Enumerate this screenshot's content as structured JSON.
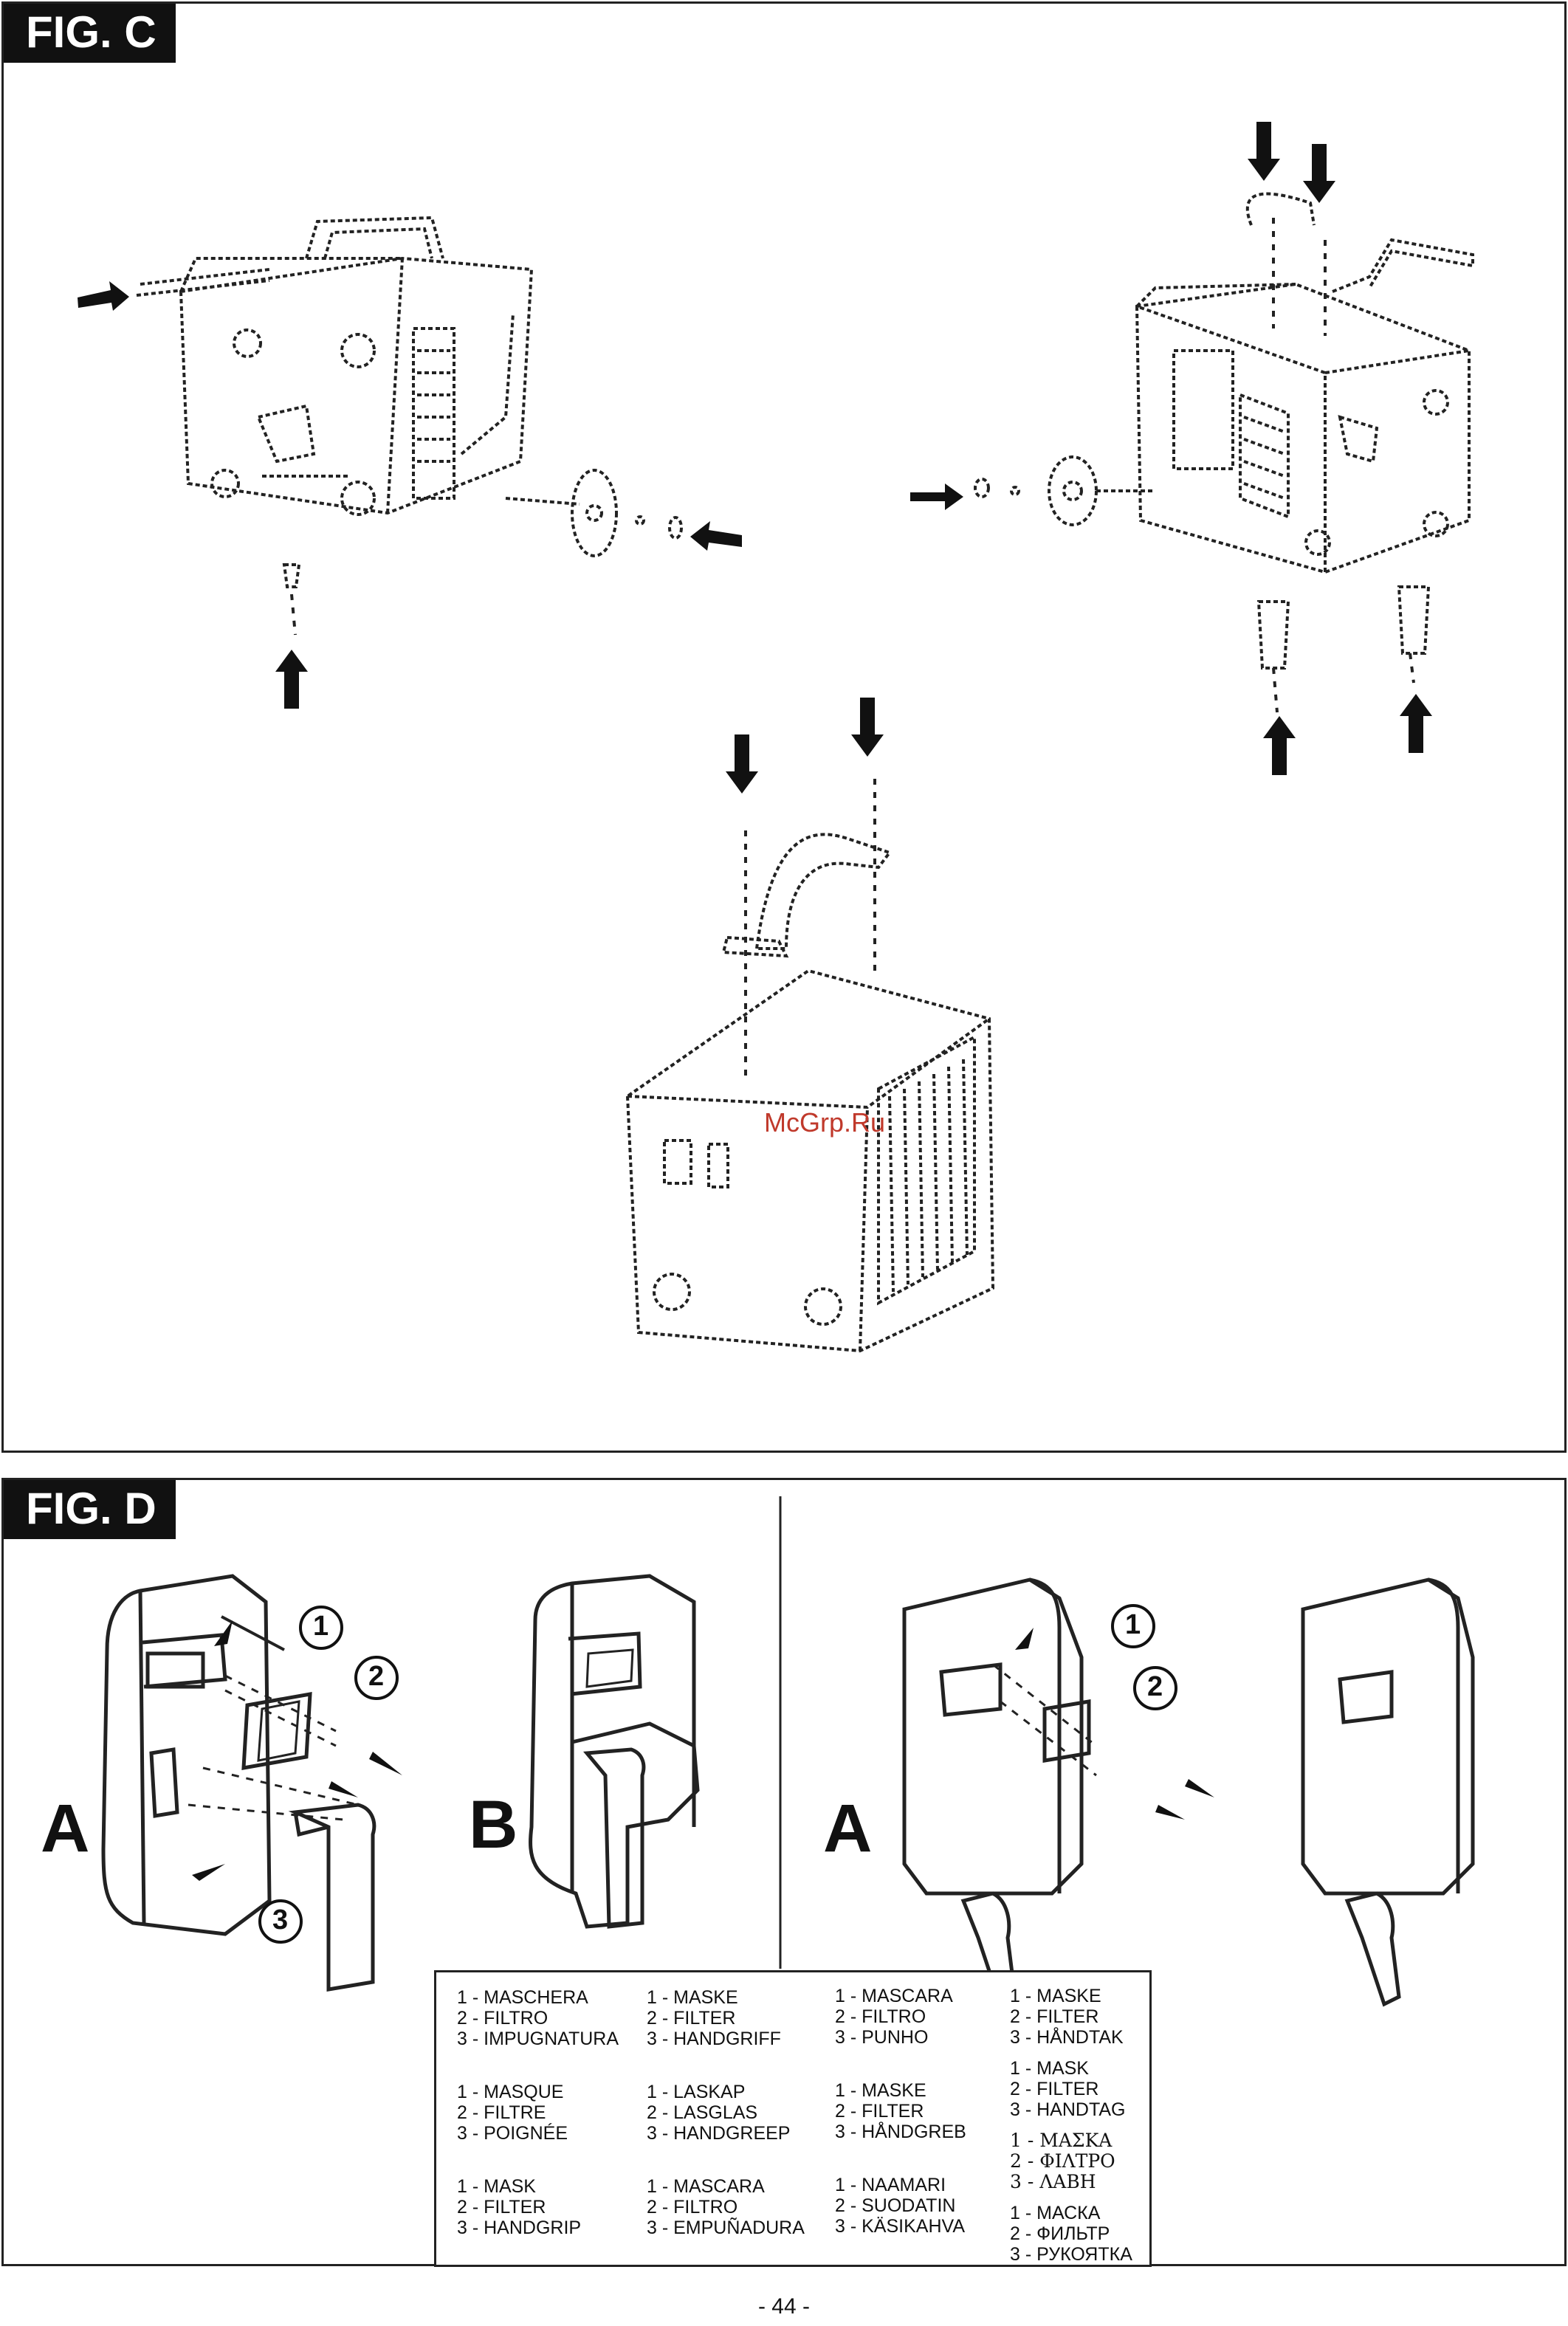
{
  "fig_c": {
    "title": "FIG. C",
    "watermark": "McGrp.Ru"
  },
  "fig_d": {
    "title": "FIG. D",
    "letters": {
      "left_a": "A",
      "left_b": "B",
      "right_a": "A"
    },
    "callouts": {
      "one": "1",
      "two": "2",
      "three": "3"
    },
    "legend": {
      "columns": [
        [
          [
            "1 - MASCHERA",
            "2 - FILTRO",
            "3 - IMPUGNATURA"
          ],
          [
            "1 - MASQUE",
            "2 - FILTRE",
            "3 - POIGNÉE"
          ],
          [
            "1 - MASK",
            "2 - FILTER",
            "3 - HANDGRIP"
          ]
        ],
        [
          [
            "1 - MASKE",
            "2 - FILTER",
            "3 - HANDGRIFF"
          ],
          [
            "1 - LASKAP",
            "2 - LASGLAS",
            "3 - HANDGREEP"
          ],
          [
            "1 - MASCARA",
            "2 - FILTRO",
            "3 - EMPUÑADURA"
          ]
        ],
        [
          [
            "1 - MASCARA",
            "2 - FILTRO",
            "3 - PUNHO"
          ],
          [
            "1 - MASKE",
            "2 - FILTER",
            "3 - HÅNDGREB"
          ],
          [
            "1 - NAAMARI",
            "2 - SUODATIN",
            "3 - KÄSIKAHVA"
          ]
        ],
        [
          [
            "1 - MASKE",
            "2 - FILTER",
            "3 - HÅNDTAK"
          ],
          [
            "1 - MASK",
            "2 - FILTER",
            "3 - HANDTAG"
          ],
          [
            "1 - ΜΑΣΚΑ",
            "2 - ΦΙΛΤΡΟ",
            "3 - ΛΑΒΗ"
          ],
          [
            "1 - МАСКА",
            "2 - ФИЛЬТР",
            "3 - РУКОЯТКА"
          ]
        ]
      ]
    }
  },
  "page": {
    "number": "- 44 -"
  }
}
